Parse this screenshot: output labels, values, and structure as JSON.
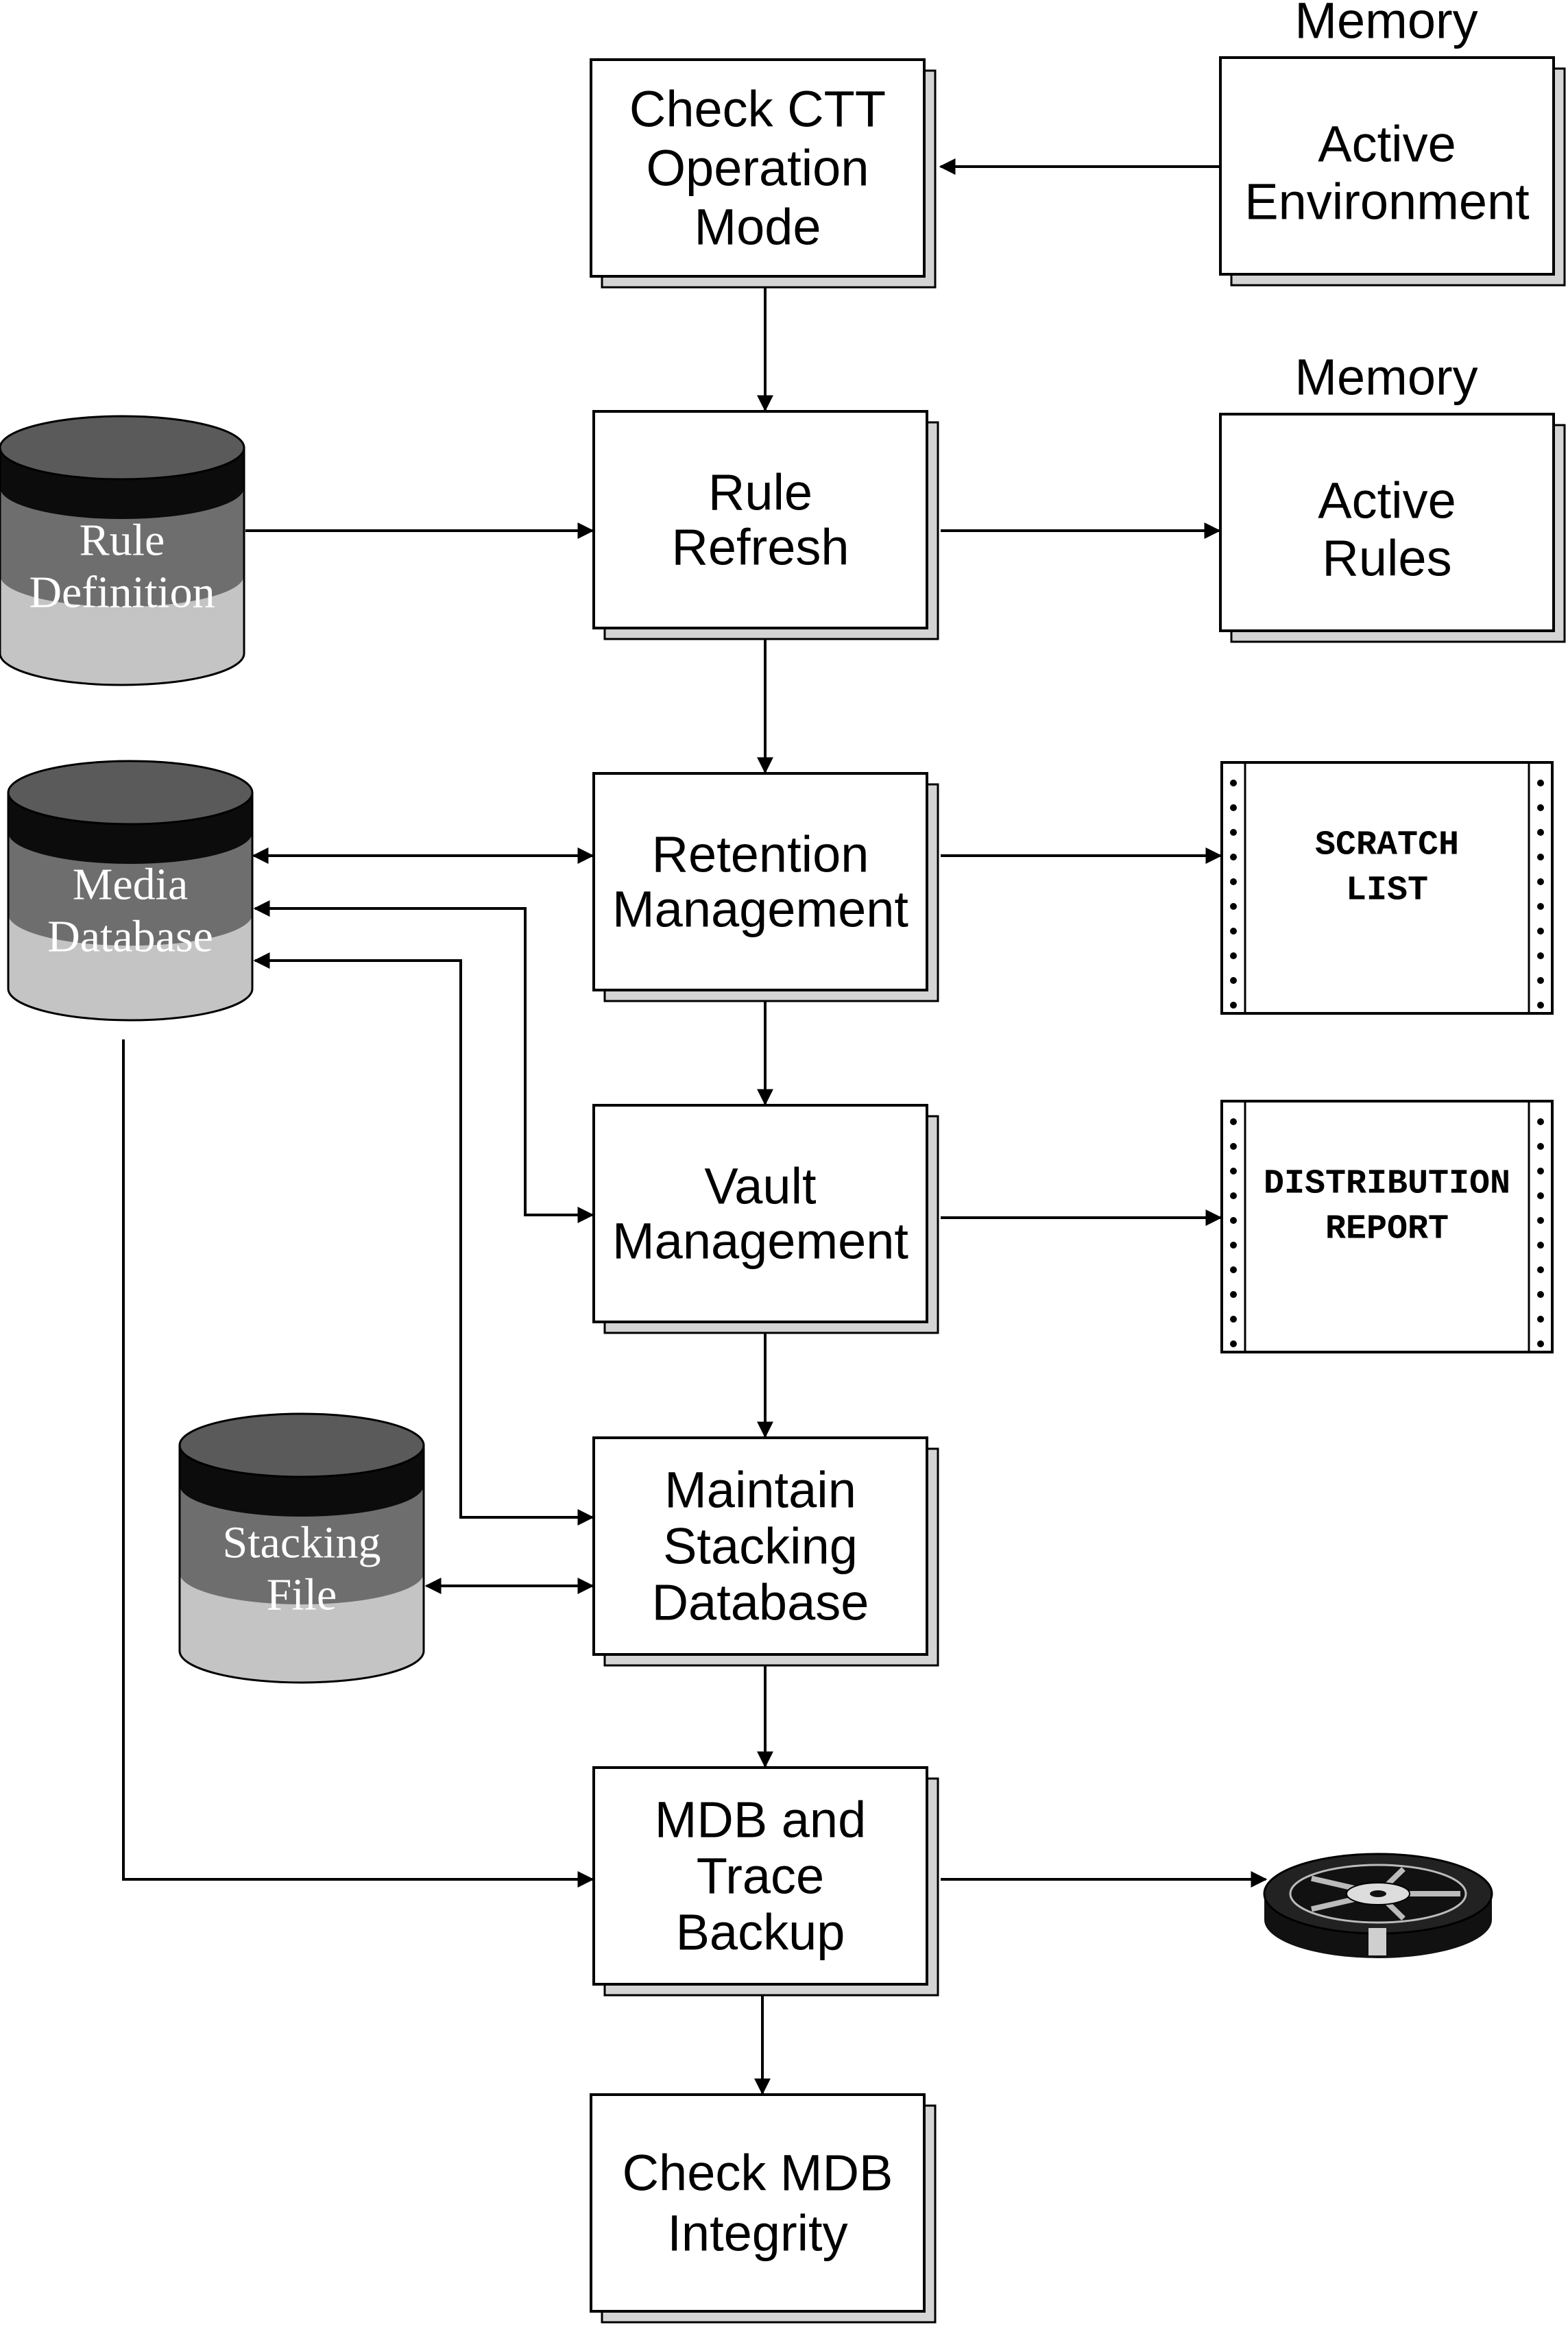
{
  "process_boxes": [
    {
      "id": "check-ctt",
      "lines": [
        "Check CTT",
        "Operation",
        "Mode"
      ]
    },
    {
      "id": "rule-refresh",
      "lines": [
        "Rule",
        "Refresh"
      ]
    },
    {
      "id": "retention",
      "lines": [
        "Retention",
        "Management"
      ]
    },
    {
      "id": "vault",
      "lines": [
        "Vault",
        "Management"
      ]
    },
    {
      "id": "maintain-stacking",
      "lines": [
        "Maintain",
        "Stacking",
        "Database"
      ]
    },
    {
      "id": "mdb-backup",
      "lines": [
        "MDB and",
        "Trace",
        "Backup"
      ]
    },
    {
      "id": "check-mdb",
      "lines": [
        "Check MDB",
        "Integrity"
      ]
    }
  ],
  "memory_boxes": [
    {
      "id": "active-environment",
      "caption": "Memory",
      "lines": [
        "Active",
        "Environment"
      ]
    },
    {
      "id": "active-rules",
      "caption": "Memory",
      "lines": [
        "Active",
        "Rules"
      ]
    }
  ],
  "databases": [
    {
      "id": "rule-definition",
      "lines": [
        "Rule",
        "Definition"
      ]
    },
    {
      "id": "media-database",
      "lines": [
        "Media",
        "Database"
      ]
    },
    {
      "id": "stacking-file",
      "lines": [
        "Stacking",
        "File"
      ]
    }
  ],
  "reports": [
    {
      "id": "scratch-list",
      "lines": [
        "SCRATCH",
        "LIST"
      ]
    },
    {
      "id": "distribution-report",
      "lines": [
        "DISTRIBUTION",
        "REPORT"
      ]
    }
  ],
  "tape": {
    "icon": "tape-reel-icon"
  },
  "colors": {
    "line": "#000000",
    "box_fill": "#ffffff",
    "shadow": "#d4d4d4",
    "cyl_top": "#5a5a5a",
    "cyl_band": "#0c0c0c",
    "cyl_mid": "#6e6e6e",
    "cyl_bottom": "#c4c4c4"
  }
}
